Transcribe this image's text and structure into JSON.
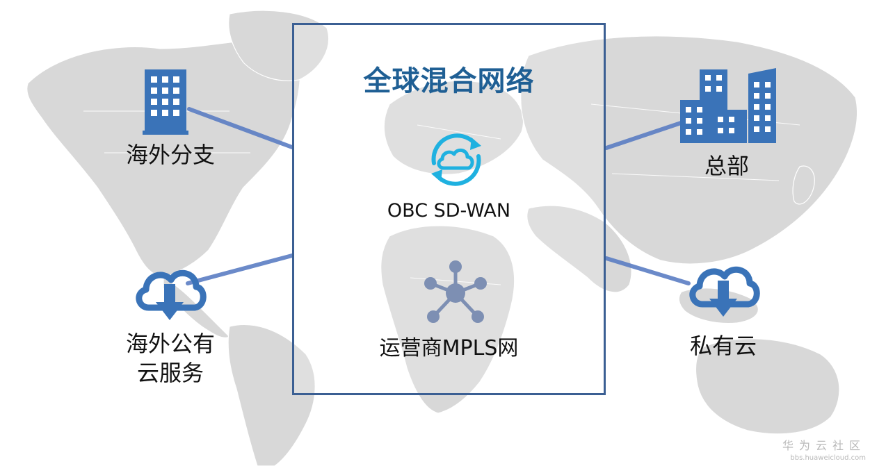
{
  "title": "全球混合网络",
  "center_services": [
    {
      "label": "OBC SD-WAN",
      "icon": "sync-cloud-icon"
    },
    {
      "label": "运营商MPLS网",
      "icon": "network-hub-icon"
    }
  ],
  "nodes": {
    "overseas_branch": {
      "label": "海外分支",
      "icon": "office-building-icon"
    },
    "overseas_public_cloud": {
      "label_line1": "海外公有",
      "label_line2": "云服务",
      "icon": "cloud-download-icon"
    },
    "headquarters": {
      "label": "总部",
      "icon": "city-buildings-icon"
    },
    "private_cloud": {
      "label": "私有云",
      "icon": "cloud-download-icon"
    }
  },
  "watermark": {
    "main": "华为云社区",
    "sub": "bbs.huaweicloud.com"
  },
  "colors": {
    "title": "#1f5f94",
    "box_border": "#3b5f93",
    "link": "#5b7ec4",
    "icon_blue": "#3a73b8",
    "sdwan_cyan": "#1fb1e0",
    "mpls_gray": "#7d8fb3",
    "map_land": "#d8d8d8"
  }
}
